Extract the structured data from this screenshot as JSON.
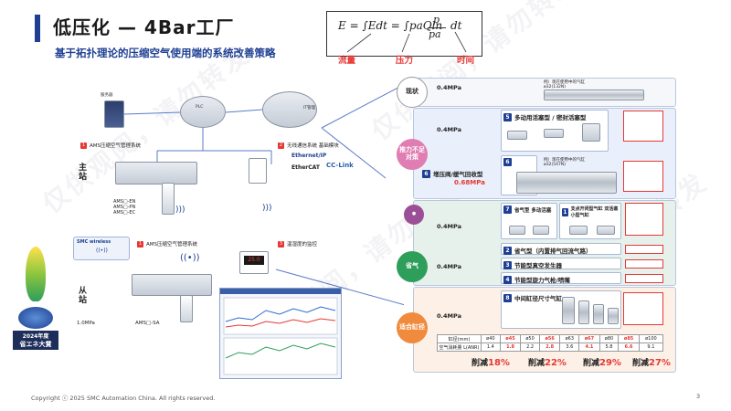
{
  "header": {
    "title": "低压化 — 4Bar工厂",
    "subtitle": "基于拓扑理论的压缩空气使用端的系统改善策略"
  },
  "formula": {
    "lhs": "E = ∫Edt = ∫",
    "p": "p",
    "pa": "pa",
    "mid": "Q",
    "ln": "ln",
    "dt": "dt",
    "labels": [
      "流量",
      "压力",
      "时间"
    ]
  },
  "left": {
    "main_station_label": "主站",
    "sub_station_label": "从站",
    "it_labels": [
      "服务器",
      "PLC",
      "IT管理"
    ],
    "ams_mgmt_1": "AMS压缩空气管理系统",
    "wireless_title": "无线通信系统 基础模块",
    "ethernet": "Ethernet/IP",
    "ethercat": "EtherCAT",
    "cclink": "CC-Link",
    "ams_models": [
      "AMS□-EN",
      "AMS□-PN",
      "AMS□-EC"
    ],
    "smc_wireless": "SMC wireless",
    "ams_mgmt_2": "AMS压缩空气管理系统",
    "temp_monitor": "温湿度的监控",
    "pressure_1": "1.0MPa",
    "ams_sa": "AMS□-SA",
    "badge_line1": "2024年度",
    "badge_line2": "省エネ大賞"
  },
  "right": {
    "rows": [
      {
        "stage": "现状",
        "pressure": "0.4MPa",
        "note": "例）现在使用中的气缸 ø32(132N)"
      },
      {
        "stage": "推力不足对策",
        "pressure": "0.4MPa",
        "items": [
          {
            "num": "5",
            "label": "多动用活塞型 / 密封活塞型"
          },
          {
            "num": "6",
            "label": "增压阀/缓气回收型"
          }
        ],
        "boost_pressure": "0.68MPa",
        "note2": "例）现在使用中的气缸 ø32(547N)"
      },
      {
        "stage": "省气",
        "pressure": "0.4MPa",
        "pressure2": "0.4MPa",
        "items": [
          {
            "num": "7",
            "label": "省气型 多动活塞"
          },
          {
            "num": "1",
            "label": "支点开闭型气缸 双活塞小型气缸"
          },
          {
            "num": "2",
            "label": "省气型（内置排气回流气路）"
          },
          {
            "num": "3",
            "label": "节能型真空发生器"
          },
          {
            "num": "4",
            "label": "节能型旋力气枪/喷嘴"
          }
        ]
      },
      {
        "stage": "适合缸径",
        "pressure": "0.4MPa",
        "items": [
          {
            "num": "8",
            "label": "中间缸径尺寸气缸"
          }
        ]
      }
    ],
    "table": {
      "header": [
        "缸径(mm)",
        "ø40",
        "ø45",
        "ø50",
        "ø56",
        "ø63",
        "ø67",
        "ø80",
        "ø85",
        "ø100"
      ],
      "row_label": "空气消耗量 L(ANR)",
      "values": [
        "1.4",
        "1.8",
        "2.2",
        "2.8",
        "3.6",
        "4.1",
        "5.8",
        "6.6",
        "9.1"
      ]
    },
    "reductions": [
      {
        "prefix": "削减",
        "pct": "18%"
      },
      {
        "prefix": "削减",
        "pct": "22%"
      },
      {
        "prefix": "削减",
        "pct": "29%"
      },
      {
        "prefix": "削减",
        "pct": "27%"
      }
    ]
  },
  "footer": {
    "copyright": "Copyright ⓒ 2025 SMC Automation China. All rights reserved.",
    "page": "3"
  },
  "watermark": "仅供观阅，请勿转发",
  "colors": {
    "navy": "#1e3f92",
    "red": "#e53935",
    "purple": "#9b4f96",
    "green": "#2e9e5b",
    "orange": "#f08a3c"
  }
}
